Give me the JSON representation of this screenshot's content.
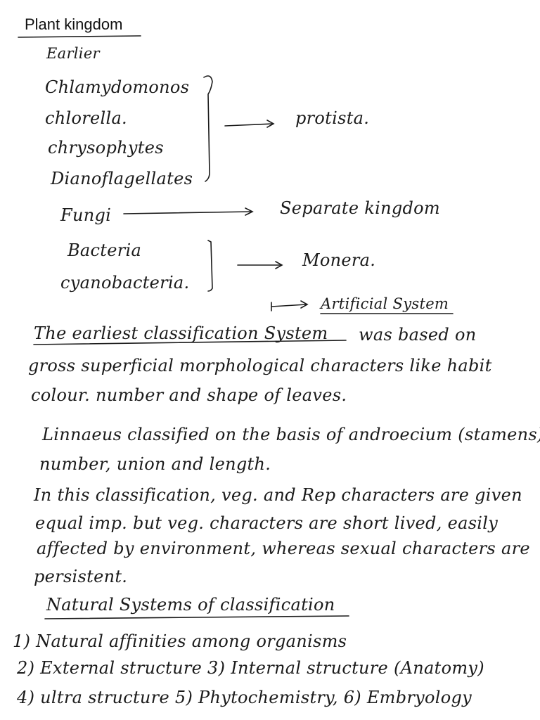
{
  "title": "Plant kingdom",
  "earlier": {
    "heading": "Earlier",
    "group1": [
      "Chlamydomonos",
      "chlorella.",
      "chrysophytes",
      "Dianoflagellates"
    ],
    "group1_target": "protista.",
    "fungi": "Fungi",
    "fungi_target": "Separate kingdom",
    "group2": [
      "Bacteria",
      "cyanobacteria."
    ],
    "group2_target": "Monera."
  },
  "artificial_label": "Artificial System",
  "para1": {
    "line1_underlined": "The earliest classification System",
    "line1_rest": "was based on",
    "line2": "gross superficial morphological characters like habit",
    "line3": "colour. number and shape of leaves."
  },
  "para2": {
    "line1": "Linnaeus classified on the basis of androecium (stamens)",
    "line2": "number, union and length."
  },
  "para3": {
    "line1": "In this classification, veg. and Rep characters are given",
    "line2": "equal imp. but veg. characters are short lived, easily",
    "line3": "affected by environment, whereas sexual characters are",
    "line4": "persistent."
  },
  "natural": {
    "heading": "Natural Systems of classification",
    "line1": "1) Natural affinities among organisms",
    "line2": "2) External structure   3) Internal structure (Anatomy)",
    "line3": "4) ultra structure   5) Phytochemistry,   6) Embryology"
  }
}
